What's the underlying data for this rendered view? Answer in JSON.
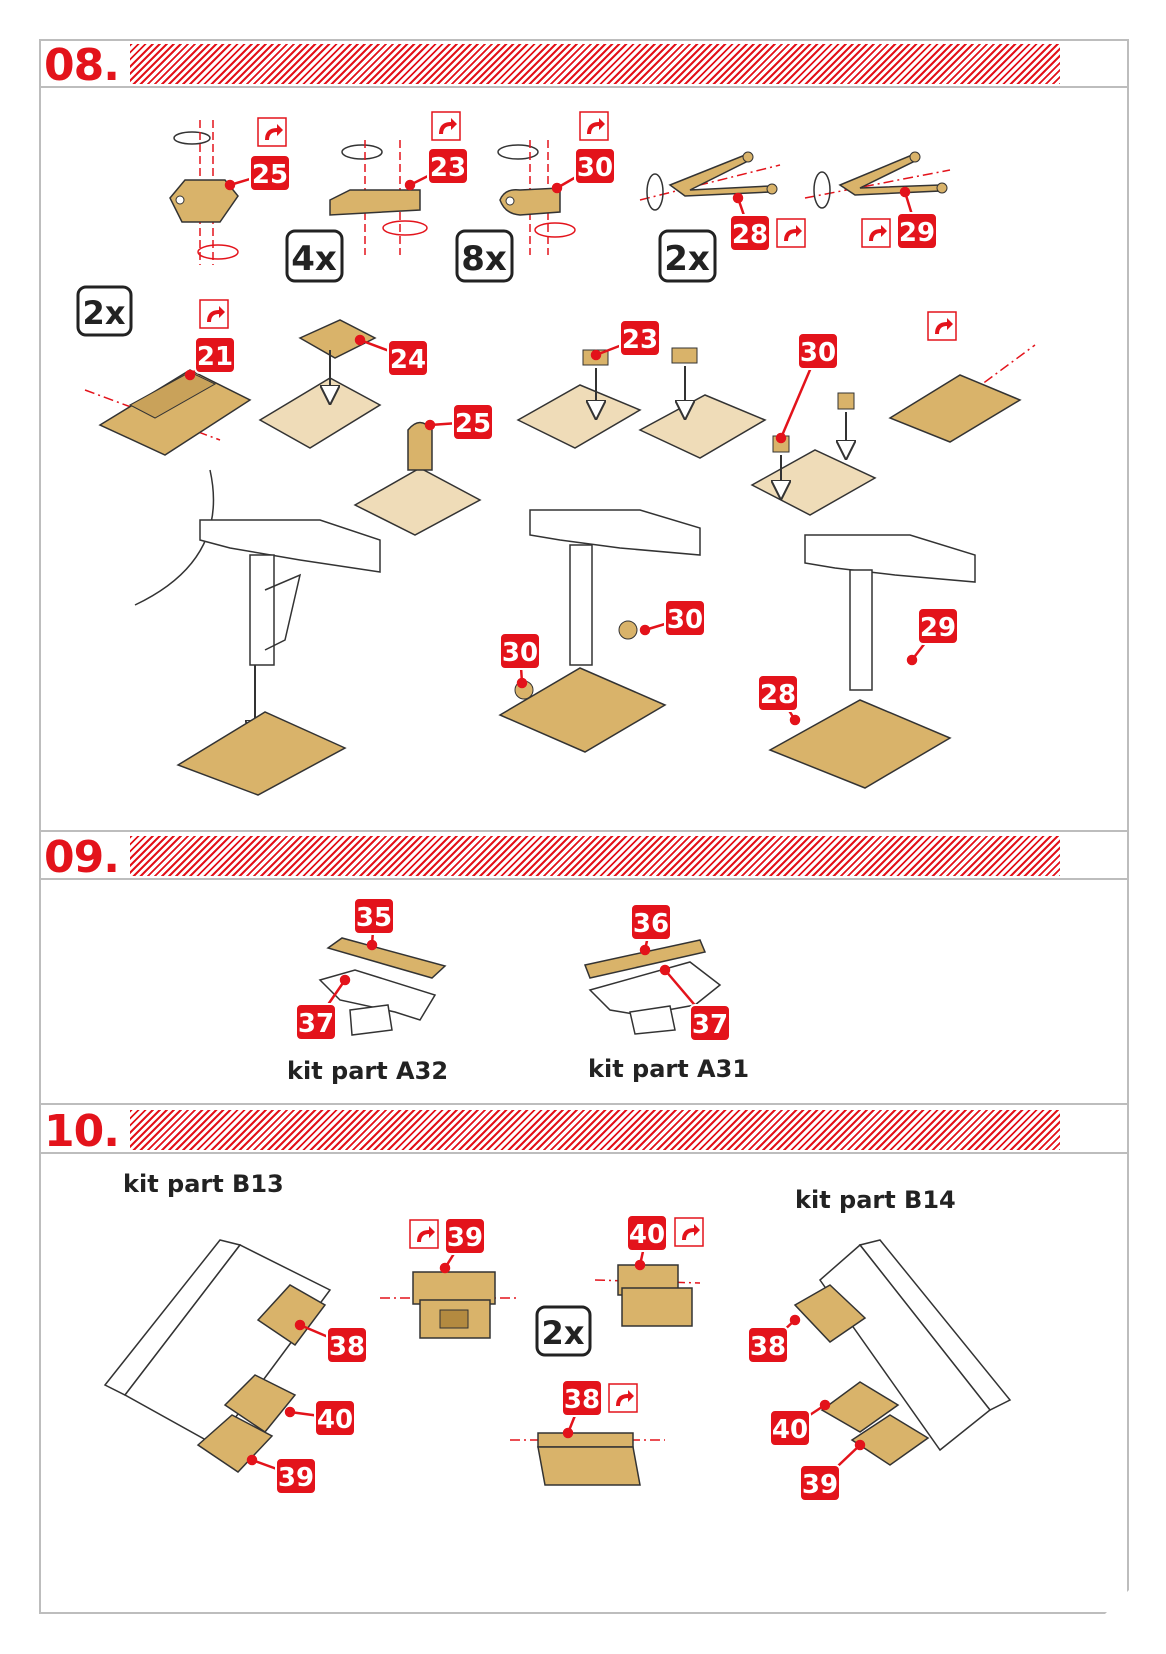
{
  "steps": [
    {
      "number": "08."
    },
    {
      "number": "09."
    },
    {
      "number": "10."
    }
  ],
  "step08": {
    "parts": [
      "25",
      "23",
      "30",
      "28",
      "29",
      "21",
      "24",
      "25",
      "23",
      "30",
      "30",
      "30",
      "29",
      "28"
    ],
    "multipliers": [
      "4x",
      "8x",
      "2x",
      "2x"
    ]
  },
  "step09": {
    "parts": [
      "35",
      "37",
      "36",
      "37"
    ],
    "labels": [
      "kit part A32",
      "kit part A31"
    ]
  },
  "step10": {
    "parts": [
      "39",
      "40",
      "38",
      "40",
      "39",
      "38",
      "38",
      "40",
      "39"
    ],
    "multiplier": "2x",
    "labels": [
      "kit part B13",
      "kit part B14"
    ]
  },
  "colors": {
    "accent": "#e3131b",
    "part_fill": "#d9b36a",
    "part_light": "#efdcb8",
    "frame": "#bdbdbd"
  }
}
